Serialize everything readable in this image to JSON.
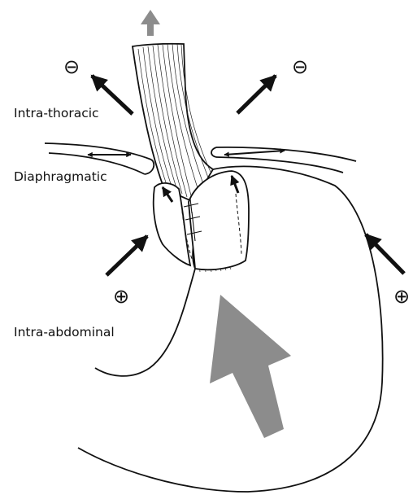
{
  "labels": {
    "intra_thoracic": "Intra-thoracic",
    "diaphragmatic": "Diaphragmatic",
    "intra_abdominal": "Intra-abdominal"
  },
  "pressure_signs": {
    "negative": "⊖",
    "positive": "⊕"
  },
  "colors": {
    "line": "#111111",
    "large_arrow": "#8c8c8c",
    "background": "#ffffff"
  }
}
